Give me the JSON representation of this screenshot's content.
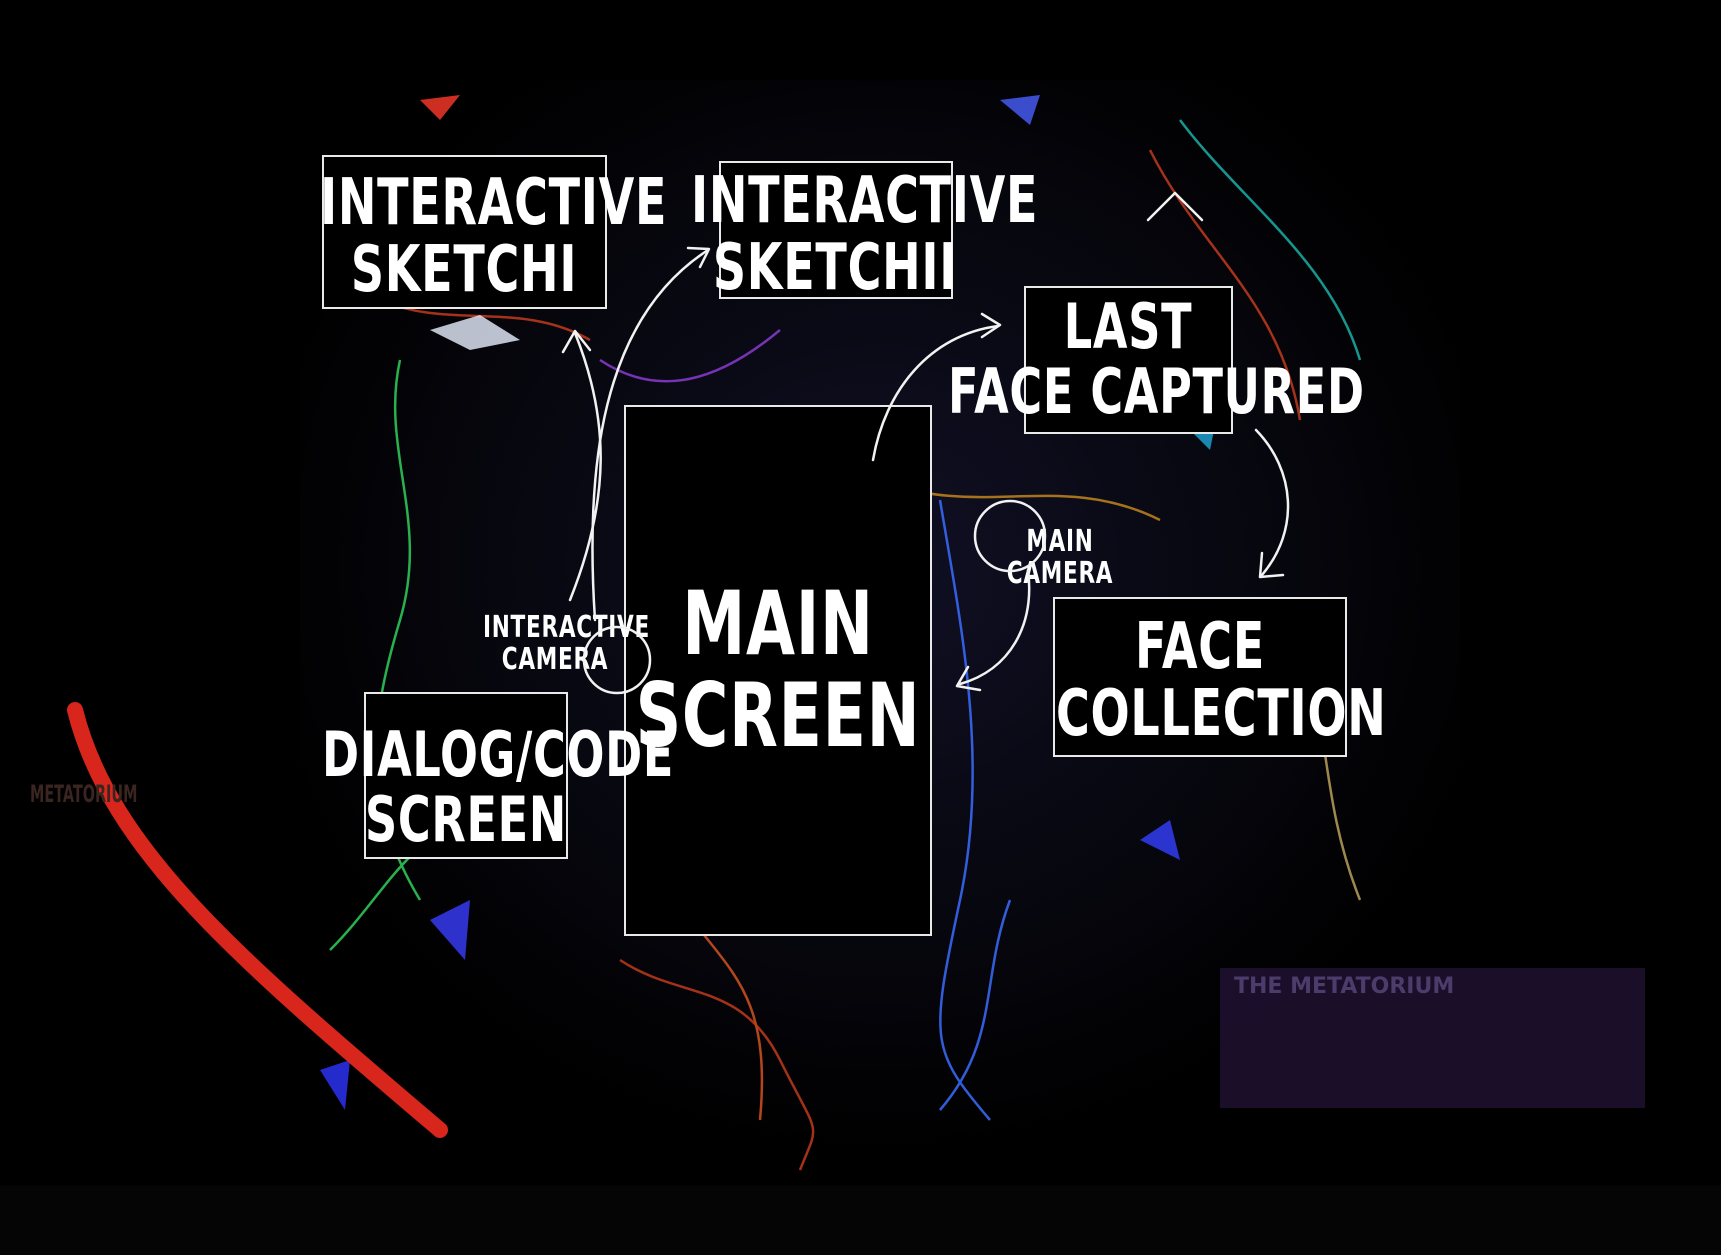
{
  "nodes": {
    "sketch1": [
      "INTERACTIVE",
      "SKETCHI"
    ],
    "sketch2": [
      "INTERACTIVE",
      "SKETCHII"
    ],
    "last_face": [
      "LAST",
      "FACE CAPTURED"
    ],
    "main_screen": [
      "MAIN",
      "SCREEN"
    ],
    "face_collection": [
      "FACE",
      "COLLECTION"
    ],
    "dialog": [
      "DIALOG/CODE",
      "SCREEN"
    ],
    "interactive_camera": [
      "INTERACTIVE",
      "CAMERA"
    ],
    "main_camera": [
      "MAIN",
      "CAMERA"
    ]
  },
  "background": {
    "sign_title": "THE METATORIUM",
    "side_sign": "METATORIUM"
  }
}
